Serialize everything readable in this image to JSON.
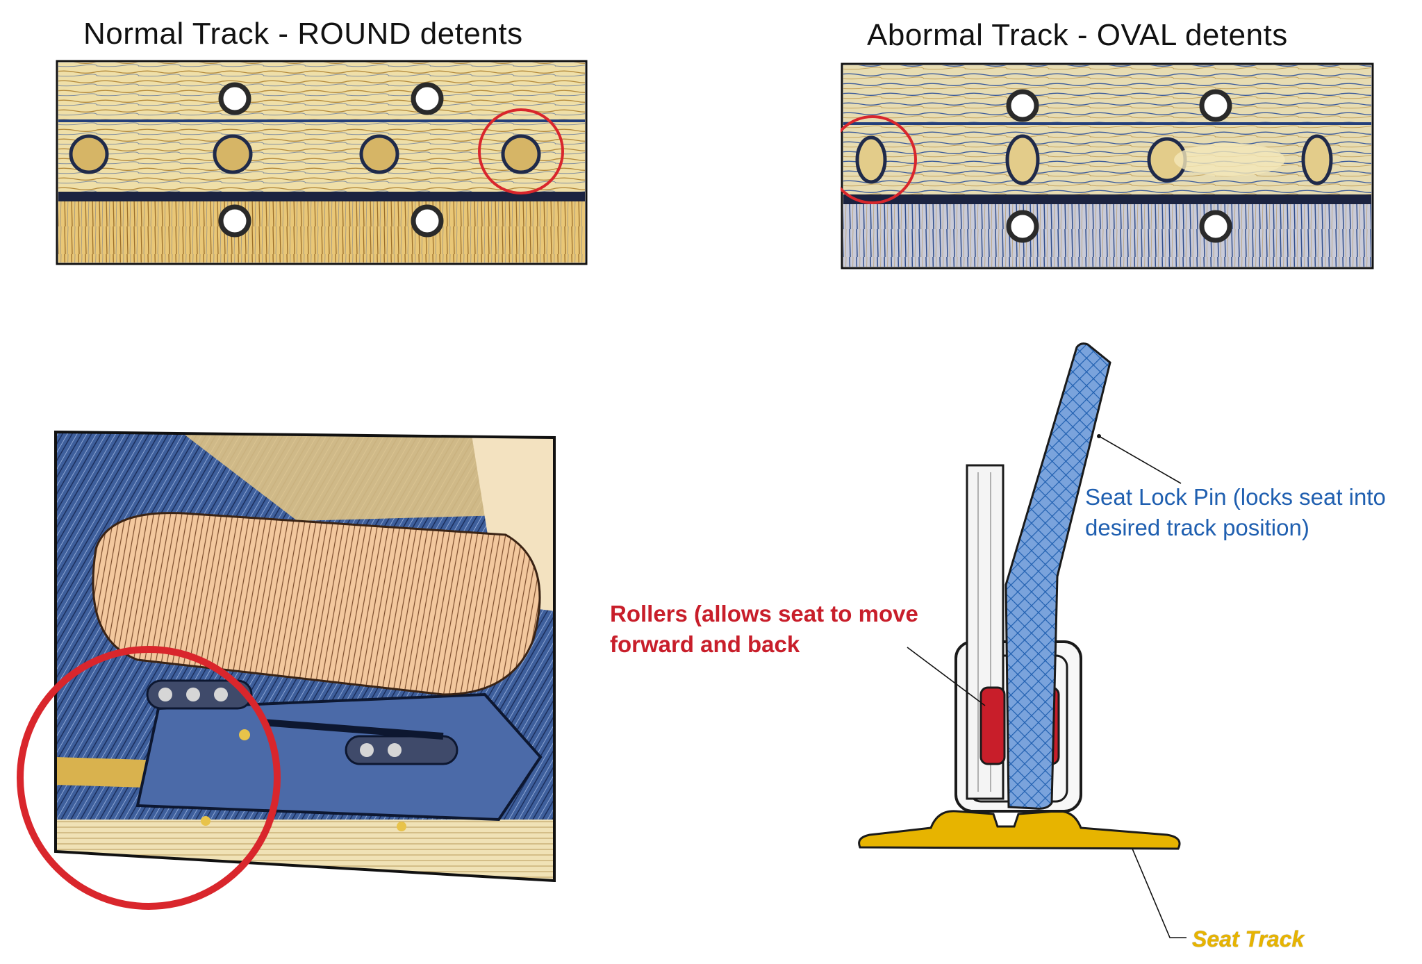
{
  "titles": {
    "normal": "Normal Track - ROUND detents",
    "abnormal": "Abormal Track - OVAL detents"
  },
  "callouts": {
    "seat_lock_pin": "Seat Lock Pin (locks seat into desired track position)",
    "rollers": "Rollers (allows seat to move forward and back",
    "seat_track": "Seat Track"
  },
  "colors": {
    "highlight_circle": "#d9262c",
    "lock_pin": "#1f5fb0",
    "rollers": "#c81e2a",
    "seat_track": "#e7b400",
    "wood_light": "#e9d9a4",
    "ink_blue": "#2b4a86"
  }
}
